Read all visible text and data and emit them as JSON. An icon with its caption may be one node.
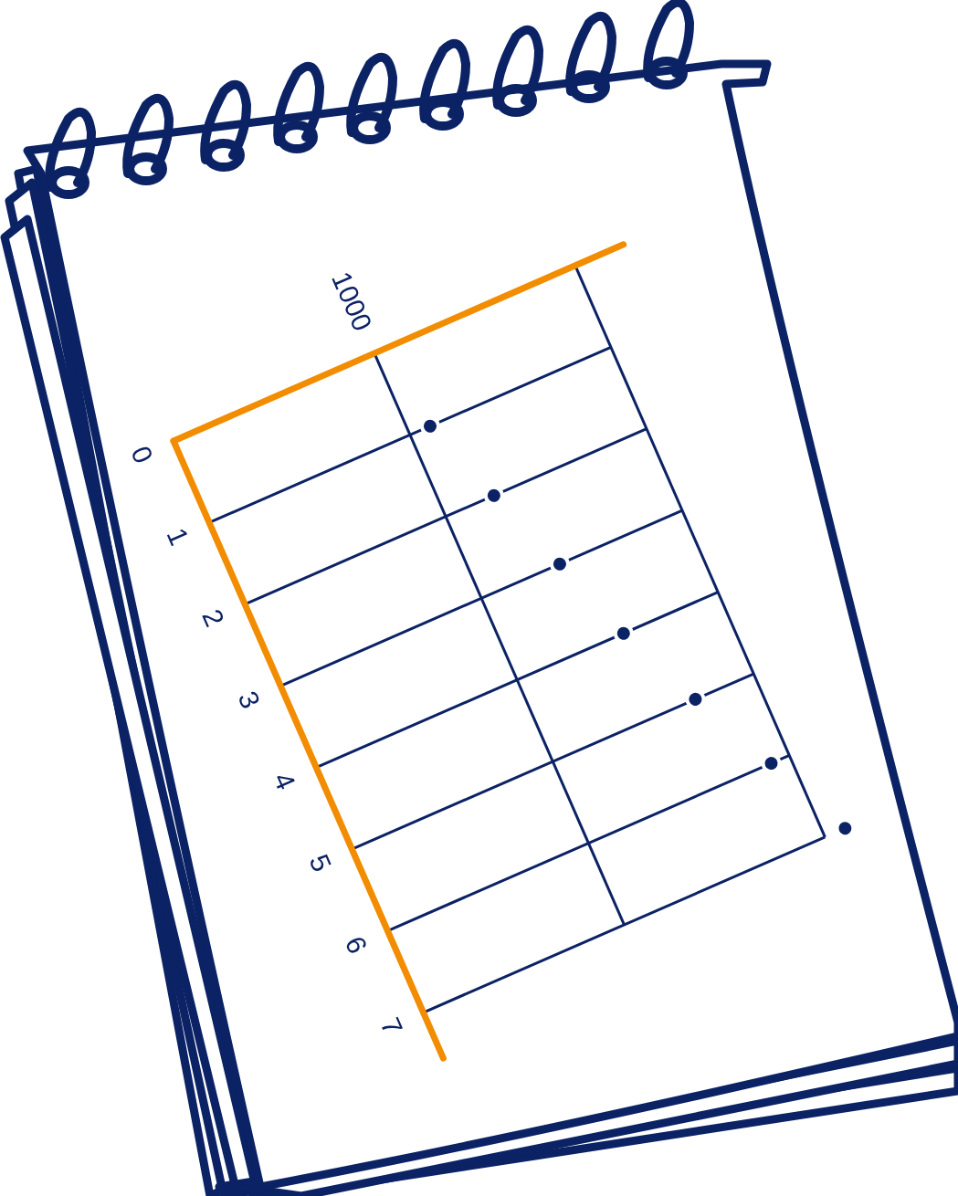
{
  "diagram": {
    "labels": [
      "1000",
      "0",
      "1",
      "2",
      "3",
      "4",
      "5",
      "6",
      "7"
    ]
  }
}
